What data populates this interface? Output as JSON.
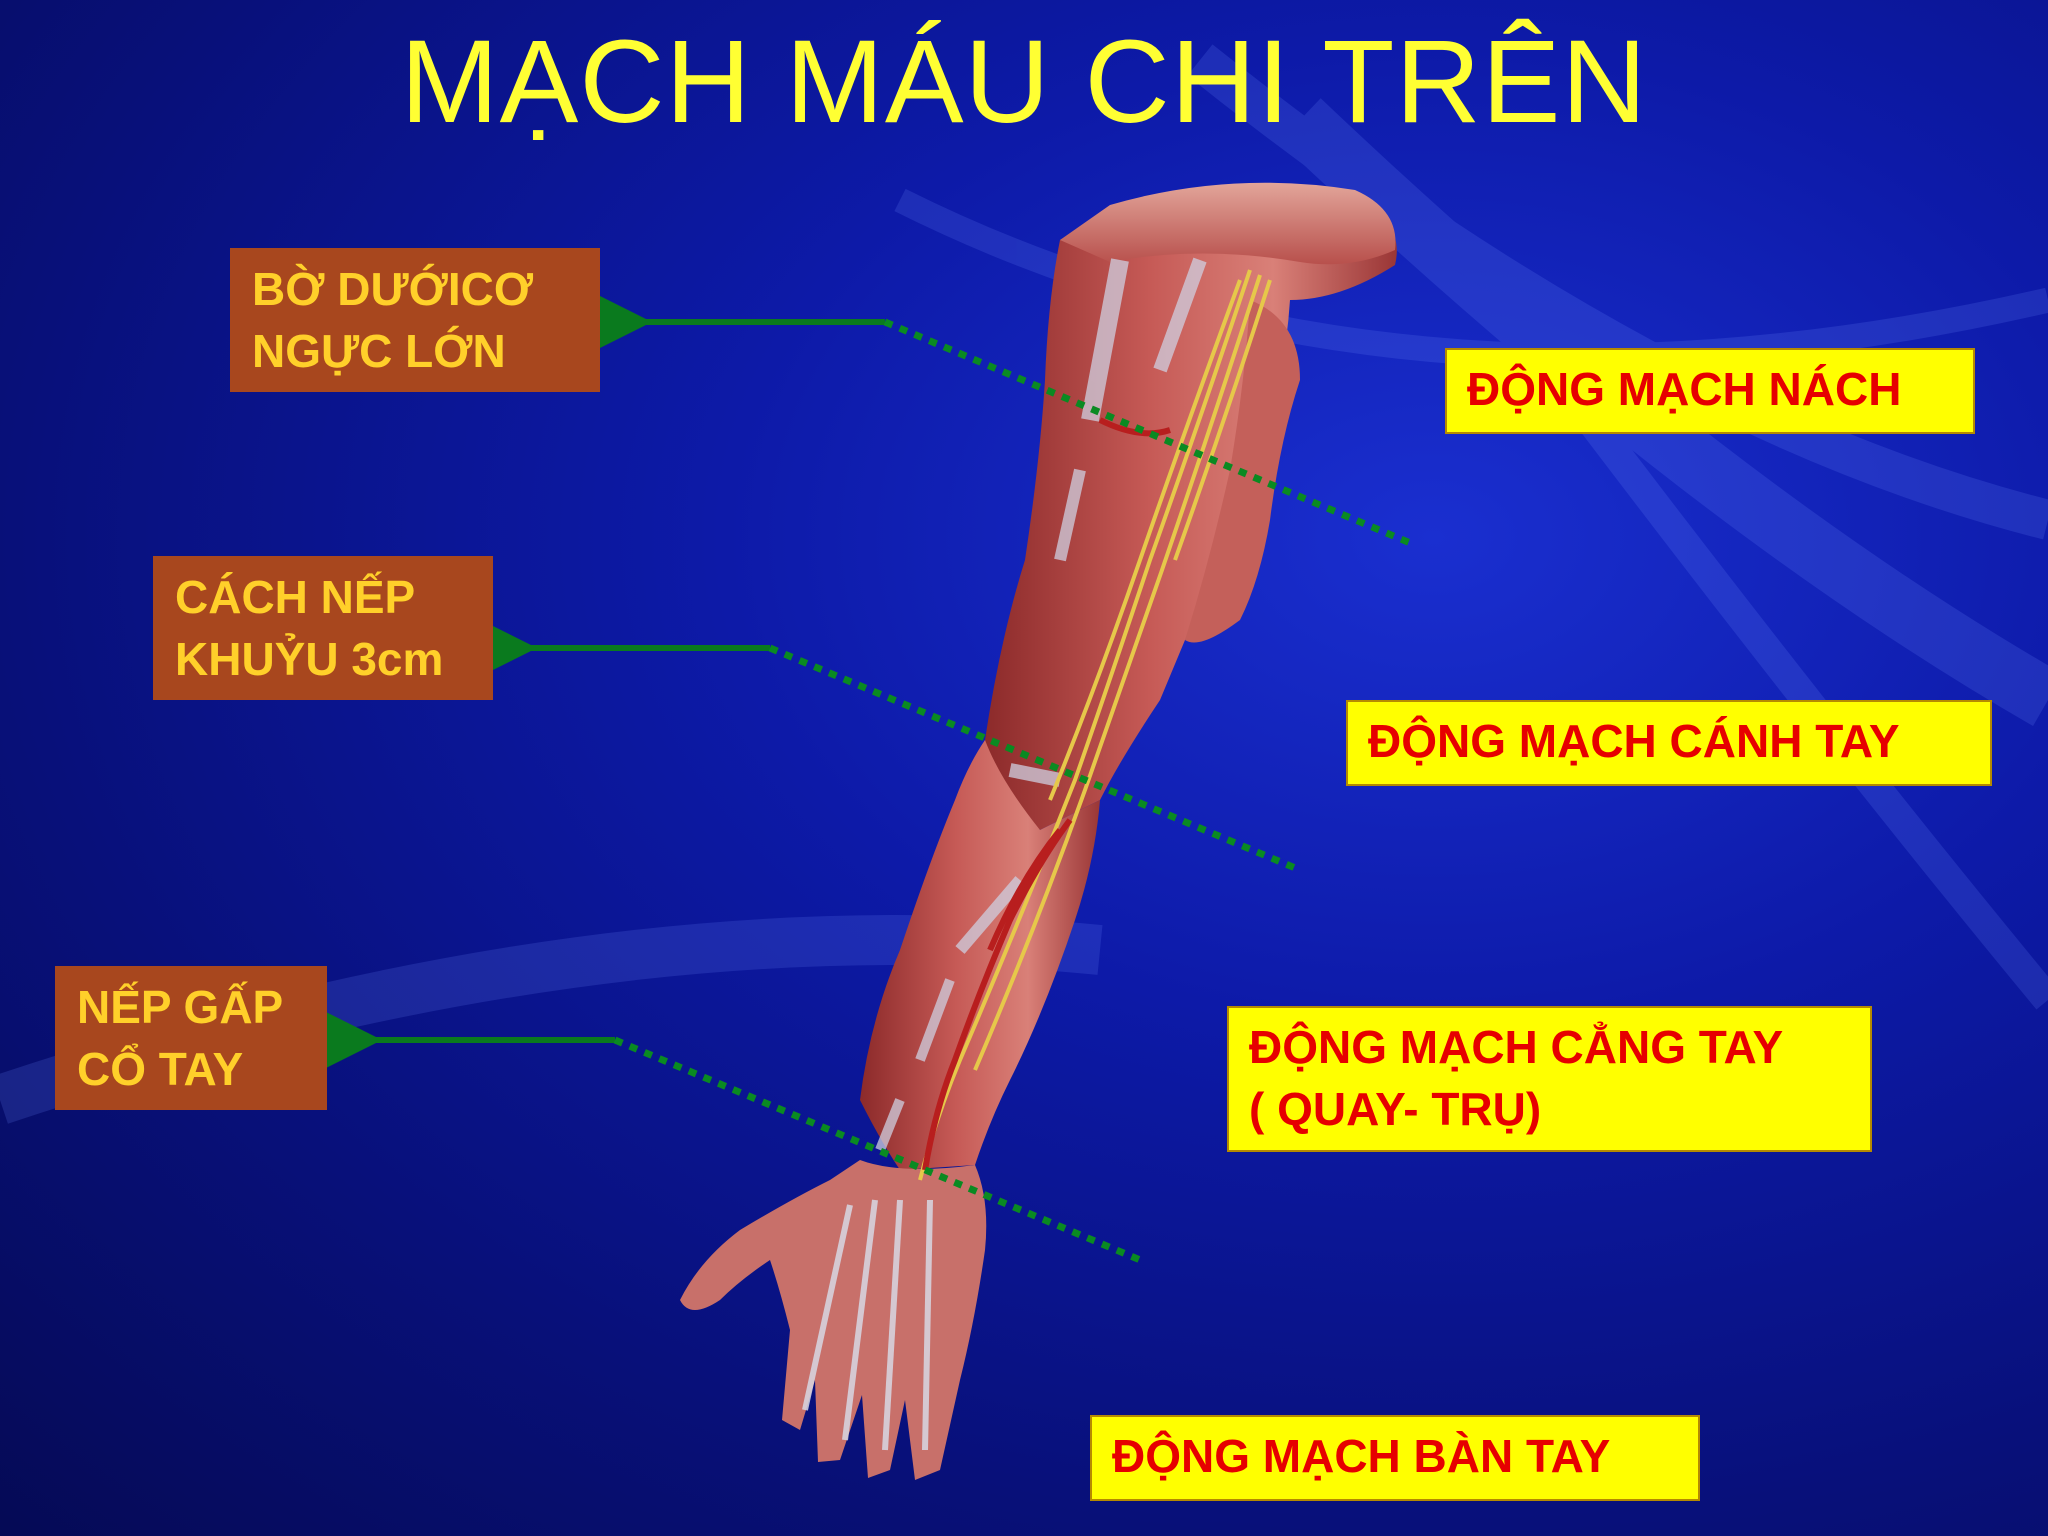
{
  "title": "MẠCH MÁU CHI TRÊN",
  "left_labels": [
    {
      "line1": "BỜ DƯỚICƠ",
      "line2": "NGỰC LỚN"
    },
    {
      "line1": "CÁCH NẾP",
      "line2": "KHUỶU 3cm"
    },
    {
      "line1": "NẾP GẤP",
      "line2": "CỔ TAY"
    }
  ],
  "right_labels": [
    {
      "line1": "ĐỘNG MẠCH NÁCH"
    },
    {
      "line1": "ĐỘNG MẠCH CÁNH TAY"
    },
    {
      "line1": "ĐỘNG MẠCH CẲNG TAY",
      "line2": "( QUAY- TRỤ)"
    },
    {
      "line1": "ĐỘNG MẠCH BÀN TAY"
    }
  ],
  "colors": {
    "title": "#ffff33",
    "background": "#0d1aa8",
    "left_box_bg": "#a8471e",
    "left_box_text": "#ffd02a",
    "right_box_bg": "#ffff00",
    "right_box_text": "#e60000",
    "arrow": "#0a7a1e",
    "muscle": "#b84a4a",
    "tendon": "#c9c9d6",
    "nerve": "#e6c84a",
    "vessel": "#b81e1e"
  },
  "icons": {
    "arrow": "arrow-left-icon",
    "illustration": "arm-anatomy-icon"
  }
}
